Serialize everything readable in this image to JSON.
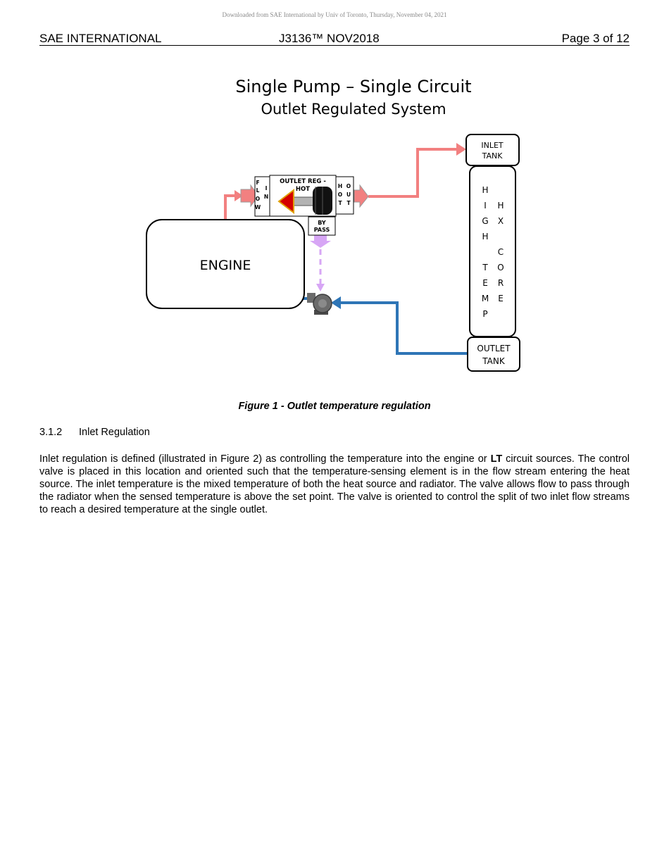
{
  "watermark": "Downloaded from SAE International by Univ of Toronto, Thursday, November 04, 2021",
  "header": {
    "left": "SAE INTERNATIONAL",
    "center": "J3136™ NOV2018",
    "right": "Page 3 of 12"
  },
  "diagram": {
    "title_line1": "Single Pump – Single Circuit",
    "title_line2": "Outlet Regulated System",
    "inlet_tank": [
      "INLET",
      "TANK"
    ],
    "outlet_tank": [
      "OUTLET",
      "TANK"
    ],
    "engine": "ENGINE",
    "valve_label_1": "OUTLET REG -",
    "valve_label_2": "HOT",
    "bypass_1": "BY",
    "bypass_2": "PASS",
    "col_flow": [
      "F",
      "L",
      "O",
      "W"
    ],
    "col_in": [
      "I",
      "N"
    ],
    "col_hot": [
      "H",
      "O",
      "T"
    ],
    "col_out": [
      "O",
      "U",
      "T"
    ],
    "col_hx_left": [
      "H",
      "I",
      "G",
      "H",
      "",
      "T",
      "E",
      "M",
      "P"
    ],
    "col_hx_right": [
      "",
      "H",
      "X",
      "",
      "C",
      "O",
      "R",
      "E"
    ],
    "colors": {
      "hot": "#f28080",
      "cold": "#2e75b6",
      "bypass": "#d7a6f5",
      "valve_red": "#d40000",
      "pump": "#6b6b6b"
    }
  },
  "figure_caption": "Figure 1 - Outlet temperature regulation",
  "section": {
    "number": "3.1.2",
    "title": "Inlet Regulation"
  },
  "paragraph": {
    "p1": "Inlet regulation is defined (illustrated in Figure 2) as controlling the temperature into the engine or ",
    "bold": "LT",
    "p2": " circuit sources. The control valve is placed in this location and oriented such that the temperature-sensing element is in the flow stream entering the heat source. The inlet temperature is the mixed temperature of both the heat source and radiator. The valve allows flow to pass through the radiator when the sensed temperature is above the set point. The valve is oriented to control the split of two inlet flow streams to reach a desired temperature at the single outlet."
  }
}
